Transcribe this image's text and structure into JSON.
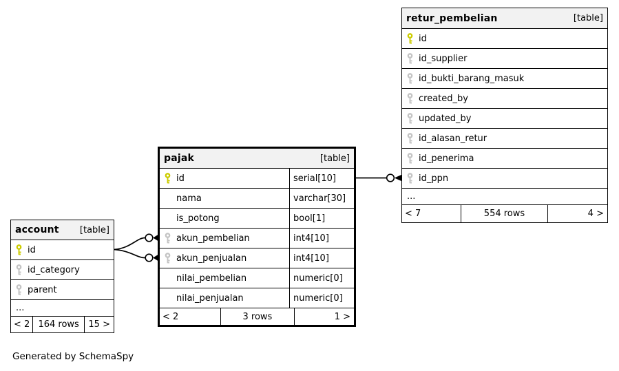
{
  "caption": "Generated by SchemaSpy",
  "colors": {
    "primary_key": "#cccc00",
    "foreign_key": "#c4c4c4",
    "header_bg": "#f2f2f2",
    "border": "#000000",
    "row_bg": "#ffffff"
  },
  "tables": [
    {
      "id": "account",
      "name": "account",
      "tag": "[table]",
      "columns": [
        {
          "name": "id",
          "key": "primary"
        },
        {
          "name": "id_category",
          "key": "foreign"
        },
        {
          "name": "parent",
          "key": "foreign"
        }
      ],
      "ellipsis": "...",
      "footer": {
        "left": "< 2",
        "center": "164 rows",
        "right": "15 >"
      }
    },
    {
      "id": "pajak",
      "name": "pajak",
      "tag": "[table]",
      "columns": [
        {
          "name": "id",
          "type": "serial[10]",
          "key": "primary"
        },
        {
          "name": "nama",
          "type": "varchar[30]",
          "key": null
        },
        {
          "name": "is_potong",
          "type": "bool[1]",
          "key": null
        },
        {
          "name": "akun_pembelian",
          "type": "int4[10]",
          "key": "foreign"
        },
        {
          "name": "akun_penjualan",
          "type": "int4[10]",
          "key": "foreign"
        },
        {
          "name": "nilai_pembelian",
          "type": "numeric[0]",
          "key": null
        },
        {
          "name": "nilai_penjualan",
          "type": "numeric[0]",
          "key": null
        }
      ],
      "ellipsis": null,
      "footer": {
        "left": "< 2",
        "center": "3 rows",
        "right": "1 >"
      }
    },
    {
      "id": "retur_pembelian",
      "name": "retur_pembelian",
      "tag": "[table]",
      "columns": [
        {
          "name": "id",
          "key": "primary"
        },
        {
          "name": "id_supplier",
          "key": "foreign"
        },
        {
          "name": "id_bukti_barang_masuk",
          "key": "foreign"
        },
        {
          "name": "created_by",
          "key": "foreign"
        },
        {
          "name": "updated_by",
          "key": "foreign"
        },
        {
          "name": "id_alasan_retur",
          "key": "foreign"
        },
        {
          "name": "id_penerima",
          "key": "foreign"
        },
        {
          "name": "id_ppn",
          "key": "foreign"
        }
      ],
      "ellipsis": "...",
      "footer": {
        "left": "< 7",
        "center": "554 rows",
        "right": "4 >"
      }
    }
  ],
  "relationships": [
    {
      "from_table": "account",
      "from_column": "id",
      "to_table": "pajak",
      "to_column": "akun_pembelian"
    },
    {
      "from_table": "account",
      "from_column": "id",
      "to_table": "pajak",
      "to_column": "akun_penjualan"
    },
    {
      "from_table": "pajak",
      "from_column": "id",
      "to_table": "retur_pembelian",
      "to_column": "id_ppn"
    }
  ]
}
